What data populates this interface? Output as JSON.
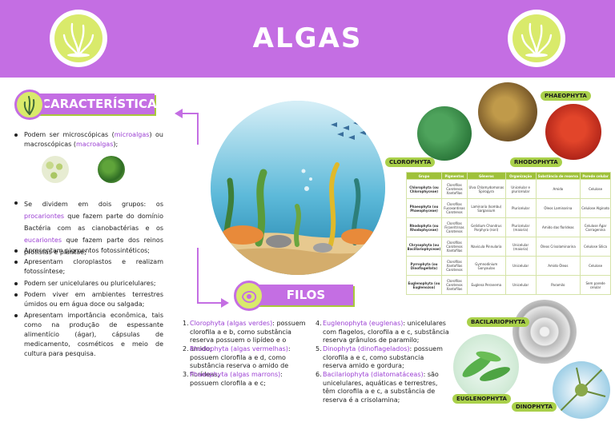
{
  "header": {
    "title": "ALGAS"
  },
  "icons": {
    "logo": "algae-icon"
  },
  "colors": {
    "purple": "#c46ee3",
    "lime": "#d9ea6b",
    "green": "#9fc13a",
    "highlight": "#9b3fd3"
  },
  "caracteristicas": {
    "title": "CARACTERÍSTICAS",
    "items": [
      {
        "pre": "Podem ser microscópicas (",
        "h1": "microalgas",
        "mid": ") ou macroscópicas (",
        "h2": "macroalgas",
        "post": ");"
      },
      {
        "pre": "Se dividem em dois grupos: os ",
        "h1": "procariontes",
        "mid": " que fazem parte do domínio Bactéria com as cianobactérias e os ",
        "h2": "eucariontes",
        "post": " que fazem parte dos reinos protistas e plantae;"
      },
      {
        "text": "Apresentam pigmentos fotossintéticos;"
      },
      {
        "text": "Apresentam cloroplastos e realizam fotossíntese;"
      },
      {
        "text": "Podem ser unicelulares ou pluricelulares;"
      },
      {
        "text": "Podem viver em ambientes terrestres úmidos ou em água doce ou salgada;"
      },
      {
        "text": "Apresentam importância econômica, tais como na produção de espessante alimentício (ágar), cápsulas de medicamento, cosméticos e meio de cultura para pesquisa."
      }
    ]
  },
  "filos": {
    "title": "FILOS",
    "items": [
      {
        "num": "1.",
        "name": "Clorophyta (algas verdes)",
        "desc": ": possuem clorofila a e b, como substância reserva possuem o lipídeo e o amido;"
      },
      {
        "num": "2.",
        "name": "Rhodophyta (algas vermelhas)",
        "desc": ": possuem clorofila a e d, como substância reserva o amido de florídeas;"
      },
      {
        "num": "3.",
        "name": "Phaeophyta (algas marrons)",
        "desc": ": possuem clorofila a e c;"
      },
      {
        "num": "4.",
        "name": "Euglenophyta (euglenas)",
        "desc": ": unicelulares com flagelos, clorofila a e c, substância reserva grânulos de paramilo;"
      },
      {
        "num": "5.",
        "name": "Dinophyta (dinoflagelados)",
        "desc": ": possuem clorofila a e c, como substancia reserva amido e gordura;"
      },
      {
        "num": "6.",
        "name": "Bacilariophyta (diatomatáceas)",
        "desc": ": são unicelulares, aquáticas e terrestres, têm clorofila a e c, a substância de reserva é a crisolamina;"
      }
    ]
  },
  "labels": {
    "phaeophyta": "PHAEOPHYTA",
    "clorophyta": "CLOROPHYTA",
    "rhodophyta": "RHODOPHYTA",
    "bacilariophyta": "BACILARIOPHYTA",
    "euglenophyta": "EUGLENOPHYTA",
    "dinophyta": "DINOPHYTA"
  },
  "table": {
    "headers": [
      "Grupo",
      "Pigmentos",
      "Gêneros",
      "Organização",
      "Substância de reserva",
      "Parede celular"
    ],
    "rows": [
      [
        "Chlorophyta (ou Chlorophyceae)",
        "Clorofilas Carotenos Xantofilas",
        "Ulva Chlamydomonas Spirogyra",
        "Unicelular e pluricelular",
        "Amido",
        "Celulose"
      ],
      [
        "Phaeophyta (ou Phaeophyceae)",
        "Clorofilas Fucoxantinas Carotenos",
        "Laminaria (kombu) Sargassum",
        "Pluricelular",
        "Óleos Laminarina",
        "Celulose Alginato"
      ],
      [
        "Rhodophyta (ou Rhodophyceae)",
        "Clorofilas Ficoeritrinas Carotenos",
        "Gelidium Chondrus Porphyra (nori)",
        "Pluricelular (maioria)",
        "Amido das florídeas",
        "Celulose Ágar Carragenina"
      ],
      [
        "Chrysophyta (ou Bacillariophyceae)",
        "Clorofilas Carotenos Xantofilas",
        "Navicula Pinnularia",
        "Unicelular (maioria)",
        "Óleos Crisolaminarina",
        "Celulose Sílica"
      ],
      [
        "Pyrrophyta (ou Dinoflagellata)",
        "Clorofilas Xantofilas Carotenos",
        "Gymnodinium Gonyaulax",
        "Unicelular",
        "Amido Óleos",
        "Celulose"
      ],
      [
        "Euglenophyta (ou Euglenozoa)",
        "Clorofilas Carotenos Xantofilas",
        "Euglena Peranema",
        "Unicelular",
        "Paramilo",
        "Sem parede celular"
      ]
    ]
  }
}
